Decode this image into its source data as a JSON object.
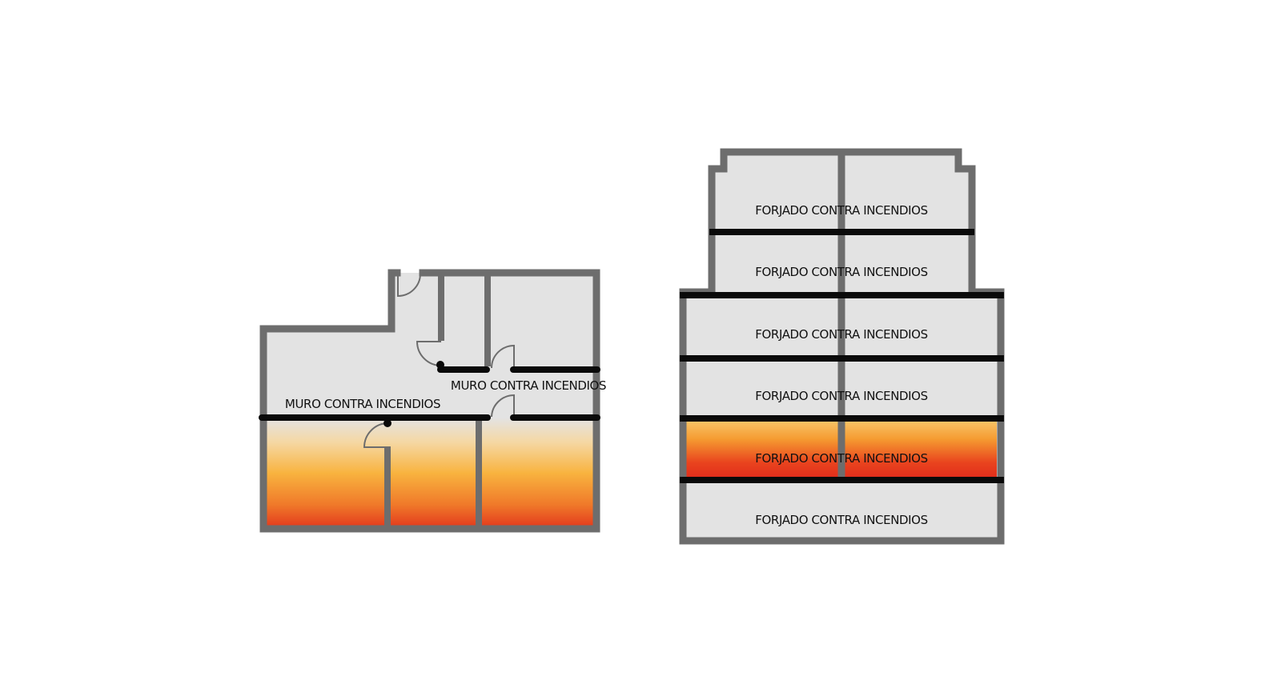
{
  "plan": {
    "wall_label_1": "MURO CONTRA INCENDIOS",
    "wall_label_2": "MURO CONTRA INCENDIOS"
  },
  "section": {
    "floor_labels": [
      "FORJADO CONTRA INCENDIOS",
      "FORJADO CONTRA INCENDIOS",
      "FORJADO CONTRA INCENDIOS",
      "FORJADO CONTRA INCENDIOS",
      "FORJADO CONTRA INCENDIOS",
      "FORJADO CONTRA INCENDIOS"
    ]
  },
  "colors": {
    "wall": "#6d6d6d",
    "room_fill": "#e3e3e3",
    "fire_barrier": "#0a0a0a",
    "fire_yellow": "#f8b33f",
    "fire_red": "#e2311d"
  }
}
